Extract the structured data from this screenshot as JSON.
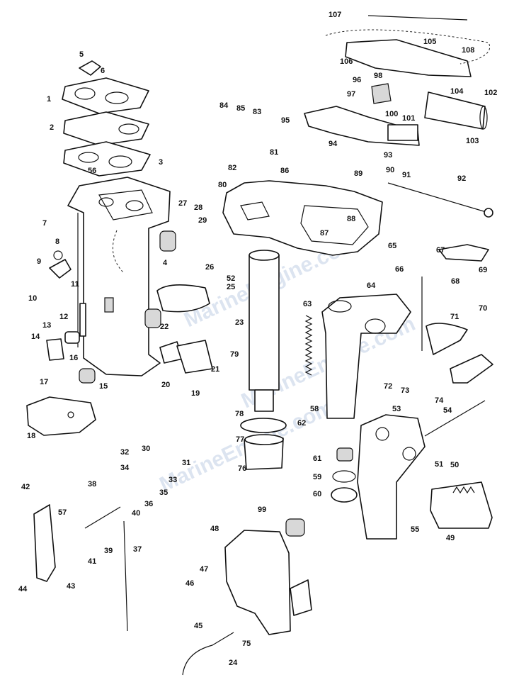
{
  "watermark": "MarineEngine.com",
  "callouts": [
    "1",
    "2",
    "3",
    "4",
    "5",
    "6",
    "7",
    "8",
    "9",
    "10",
    "11",
    "12",
    "13",
    "14",
    "15",
    "16",
    "17",
    "18",
    "19",
    "20",
    "21",
    "22",
    "23",
    "24",
    "25",
    "26",
    "27",
    "28",
    "29",
    "30",
    "31",
    "32",
    "33",
    "34",
    "35",
    "36",
    "37",
    "38",
    "39",
    "40",
    "41",
    "42",
    "43",
    "44",
    "45",
    "46",
    "47",
    "48",
    "49",
    "50",
    "51",
    "52",
    "53",
    "54",
    "55",
    "56",
    "57",
    "58",
    "59",
    "60",
    "61",
    "62",
    "63",
    "64",
    "65",
    "66",
    "67",
    "68",
    "69",
    "70",
    "71",
    "72",
    "73",
    "74",
    "75",
    "76",
    "77",
    "78",
    "79",
    "80",
    "81",
    "82",
    "83",
    "84",
    "85",
    "86",
    "87",
    "88",
    "89",
    "90",
    "91",
    "92",
    "93",
    "94",
    "95",
    "96",
    "97",
    "98",
    "99",
    "100",
    "101",
    "102",
    "103",
    "104",
    "105",
    "106",
    "107",
    "108"
  ]
}
